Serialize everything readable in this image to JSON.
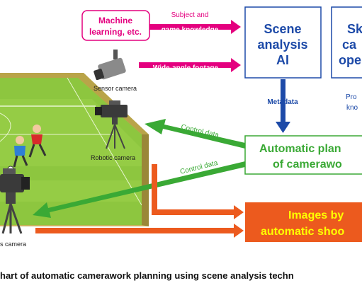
{
  "boxes": {
    "ml": {
      "line1": "Machine",
      "line2": "learning, etc."
    },
    "scene_ai": {
      "line1": "Scene",
      "line2": "analysis",
      "line3": "AI"
    },
    "skilled": {
      "line1": "Sk",
      "line2": "ca",
      "line3": "ope"
    },
    "auto_plan": {
      "line1": "Automatic plan",
      "line2": "of camerawo"
    },
    "images": {
      "line1": "Images by",
      "line2": "automatic shoo"
    }
  },
  "labels": {
    "subject_knowledge_1": "Subject and",
    "subject_knowledge_2": "game knowledge",
    "wide_angle": "Wide-angle footage",
    "metadata": "Metadata",
    "prof_1": "Pro",
    "prof_2": "kno",
    "control_data_1": "Control data",
    "control_data_2": "Control data",
    "sensor_camera": "Sensor camera",
    "robotic_camera": "Robotic camera",
    "bottom_camera": "s camera"
  },
  "caption": "hart of automatic camerawork planning using scene analysis techn",
  "colors": {
    "pink": "#e4007f",
    "blue": "#1d4aa8",
    "green": "#3aa935",
    "orange": "#ec5a1e",
    "field": "#8dc63f"
  }
}
